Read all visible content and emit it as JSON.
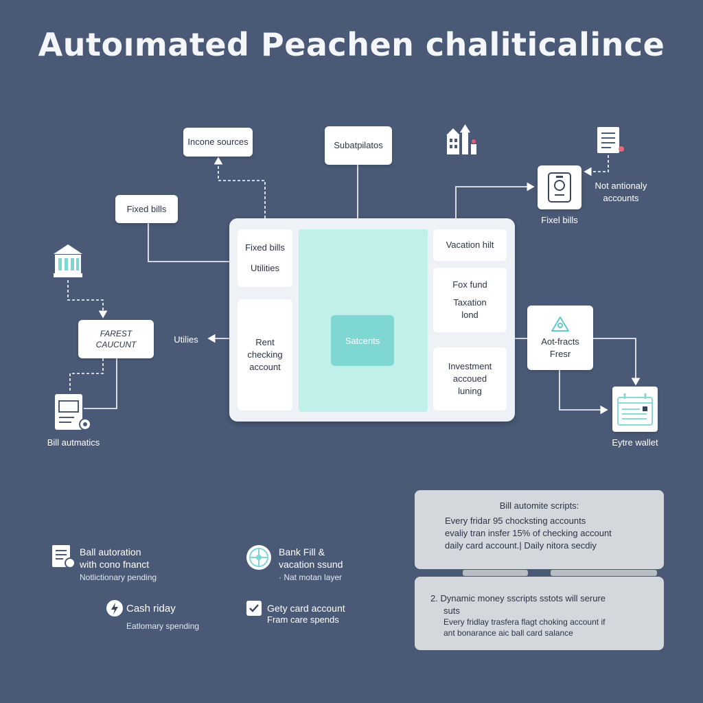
{
  "title": "Autoımated Peachen chaliticalince",
  "nodes": {
    "income_sources": "Incone sources",
    "subtitle_box": "Subatpilatos",
    "fixed_bills_left": "Fixed bills",
    "forest_account": [
      "FAREST",
      "CAUCUNT"
    ],
    "utilities_label": "Utilies",
    "bill_automatics": "Bill autmatics",
    "not_antionaly": [
      "Not antionaly",
      "accounts"
    ],
    "fixel_bills": "Fixel bills",
    "aotfracts": [
      "Aot-fracts",
      "Fresr"
    ],
    "eytre_wallet": "Eytre wallet"
  },
  "hub": {
    "left_top": [
      "Fixed bills",
      "Utilities"
    ],
    "left_bottom": [
      "Rent",
      "checking",
      "account"
    ],
    "center": "Satcents",
    "right_1": "Vacation hilt",
    "right_2": [
      "Fox fund",
      "Taxation",
      "lond"
    ],
    "right_3": [
      "Investment",
      "accoued",
      "luning"
    ]
  },
  "features": [
    {
      "title": [
        "Ball autoration",
        "with cono fnanct"
      ],
      "sub": "Notlictionary pending",
      "icon": "document-gear-icon"
    },
    {
      "title": [
        "Bank Fill &",
        "vacation ssund"
      ],
      "sub": "Nat motan layer",
      "icon": "globe-icon"
    },
    {
      "title": [
        "Cash riday"
      ],
      "sub": "Eatlomary spending",
      "icon": "lightning-icon"
    },
    {
      "title": [
        "Gety card account",
        "Fram care spends"
      ],
      "sub": "",
      "icon": "checkbox-icon"
    }
  ],
  "scripts_panel": {
    "title": "Bill automite scripts:",
    "lines": [
      "Every fridar 95 chocksting accounts",
      "evaliy tran insfer 15% of checking  account",
      "daily card account.|  Daily nitora secdiy"
    ]
  },
  "dynamic_panel": {
    "title": [
      "2.  Dynamic money sscripts sstots will serure",
      "suts"
    ],
    "lines": [
      "Every fridlay trasfera flagt choking account if",
      "ant bonarance aic ball card salance"
    ]
  },
  "colors": {
    "background": "#4a5a76",
    "accent_teal": "#7fd7d3",
    "panel_teal": "#bff0ea",
    "card": "#ffffff",
    "panel_grey": "#d4d8dd"
  }
}
